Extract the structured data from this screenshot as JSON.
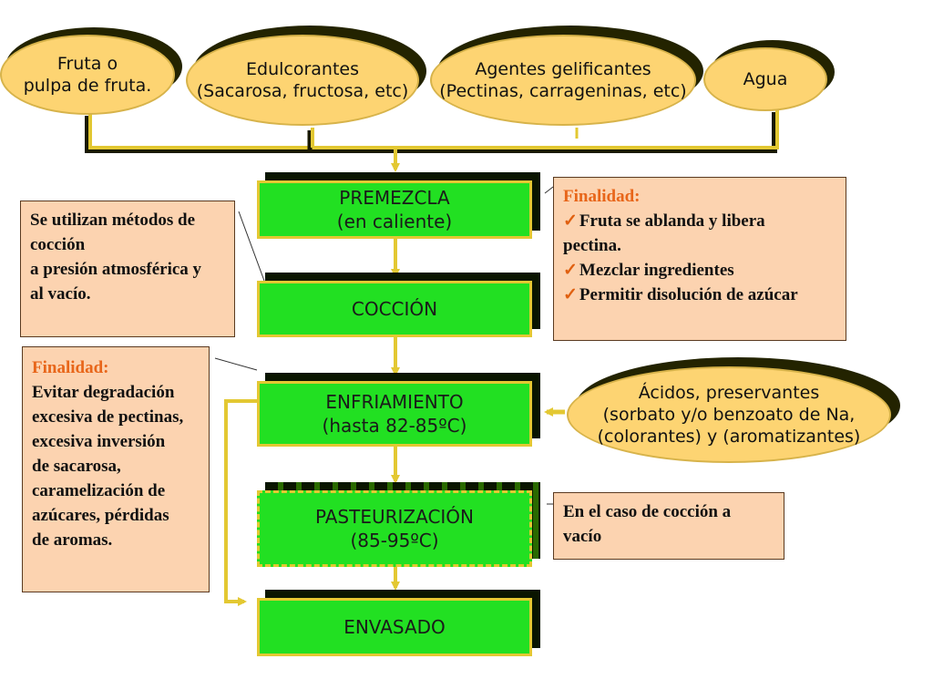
{
  "ingredients": [
    {
      "lines": [
        "Fruta o",
        "pulpa de fruta."
      ]
    },
    {
      "lines": [
        "Edulcorantes",
        "(Sacarosa, fructosa, etc)"
      ]
    },
    {
      "lines": [
        "Agentes gelificantes",
        "(Pectinas, carrageninas, etc)"
      ]
    },
    {
      "lines": [
        "Agua"
      ]
    }
  ],
  "additives": {
    "lines": [
      "Ácidos, preservantes",
      "(sorbato y/o benzoato de Na,",
      "(colorantes) y (aromatizantes)"
    ]
  },
  "steps": [
    {
      "lines": [
        "PREMEZCLA",
        "(en caliente)"
      ]
    },
    {
      "lines": [
        "COCCIÓN"
      ]
    },
    {
      "lines": [
        "ENFRIAMIENTO",
        "(hasta 82-85ºC)"
      ]
    },
    {
      "lines": [
        "PASTEURIZACIÓN",
        "(85-95ºC)"
      ]
    },
    {
      "lines": [
        "ENVASADO"
      ]
    }
  ],
  "notes": {
    "coccion_methods": {
      "lines": [
        "Se utilizan  métodos de",
        "cocción",
        "a presión  atmosférica y",
        "al vacío."
      ]
    },
    "premezcla_purpose": {
      "heading": "Finalidad:",
      "check_mark": "✓",
      "lines": [
        "Fruta se ablanda y libera",
        "pectina.",
        "Mezclar ingredientes",
        "Permitir disolución  de azúcar"
      ]
    },
    "enfriamiento_purpose": {
      "heading": "Finalidad:",
      "lines": [
        "Evitar degradación",
        "excesiva de pectinas,",
        "excesiva inversión",
        "de sacarosa,",
        "caramelización  de",
        "azúcares, pérdidas",
        "de aromas."
      ]
    },
    "pasteurizacion_condition": {
      "lines": [
        "En el caso de cocción a",
        "vacío"
      ]
    }
  },
  "colors": {
    "oval_fill": "#fdd472",
    "oval_shadow": "#232300",
    "step_fill": "#22e022",
    "step_border": "#e3c832",
    "step_shadow": "#0a1500",
    "note_fill": "#fcd3b0",
    "heading_accent": "#e8661a",
    "connector": "#e3c832"
  }
}
